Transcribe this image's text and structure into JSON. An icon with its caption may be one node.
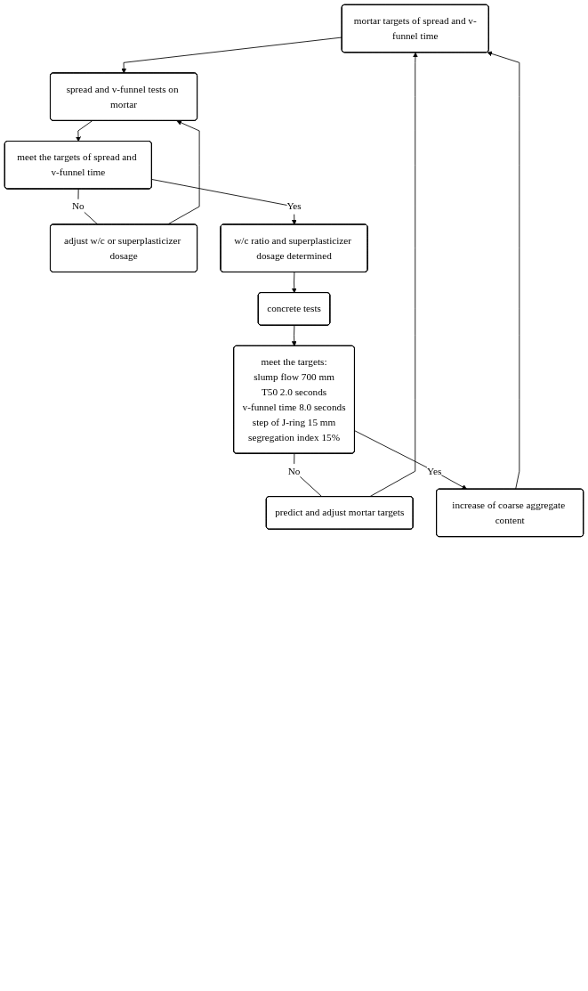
{
  "diagram": {
    "nodes": [
      {
        "text": [
          "mortar targets of spread and v-funnel time"
        ]
      },
      {
        "text": [
          "spread and v-funnel tests on mortar"
        ]
      },
      {
        "text": [
          "meet the targets of spread and v-funnel time"
        ]
      },
      {
        "text": [
          "adjust w/c or superplasticizer dosage"
        ]
      },
      {
        "text": [
          "w/c ratio and superplasticizer dosage determined"
        ]
      },
      {
        "text": [
          "concrete tests"
        ]
      },
      {
        "text": [
          "meet the targets:",
          "slump flow 700 mm",
          "T50 2.0 seconds",
          "v-funnel time 8.0 seconds",
          "step of J-ring 15 mm",
          "segregation index 15%"
        ]
      },
      {
        "text": [
          "predict and adjust mortar targets"
        ]
      },
      {
        "text": [
          "increase of coarse aggregate content"
        ]
      }
    ],
    "edges": [
      {
        "from": 0,
        "to": 1,
        "arrow": "to"
      },
      {
        "from": 1,
        "to": 2,
        "arrow": "to"
      },
      {
        "from": 2,
        "to": 3,
        "arrow": "none",
        "label": "No"
      },
      {
        "from": 3,
        "to": 1,
        "arrow": "to"
      },
      {
        "from": 2,
        "to": 4,
        "arrow": "to",
        "label": "Yes"
      },
      {
        "from": 4,
        "to": 5,
        "arrow": "to"
      },
      {
        "from": 5,
        "to": 6,
        "arrow": "to"
      },
      {
        "from": 6,
        "to": 7,
        "arrow": "none",
        "label": "No"
      },
      {
        "from": 7,
        "to": 0,
        "arrow": "to"
      },
      {
        "from": 6,
        "to": 8,
        "arrow": "to",
        "label": "Yes"
      },
      {
        "from": 8,
        "to": 0,
        "arrow": "to"
      }
    ]
  }
}
